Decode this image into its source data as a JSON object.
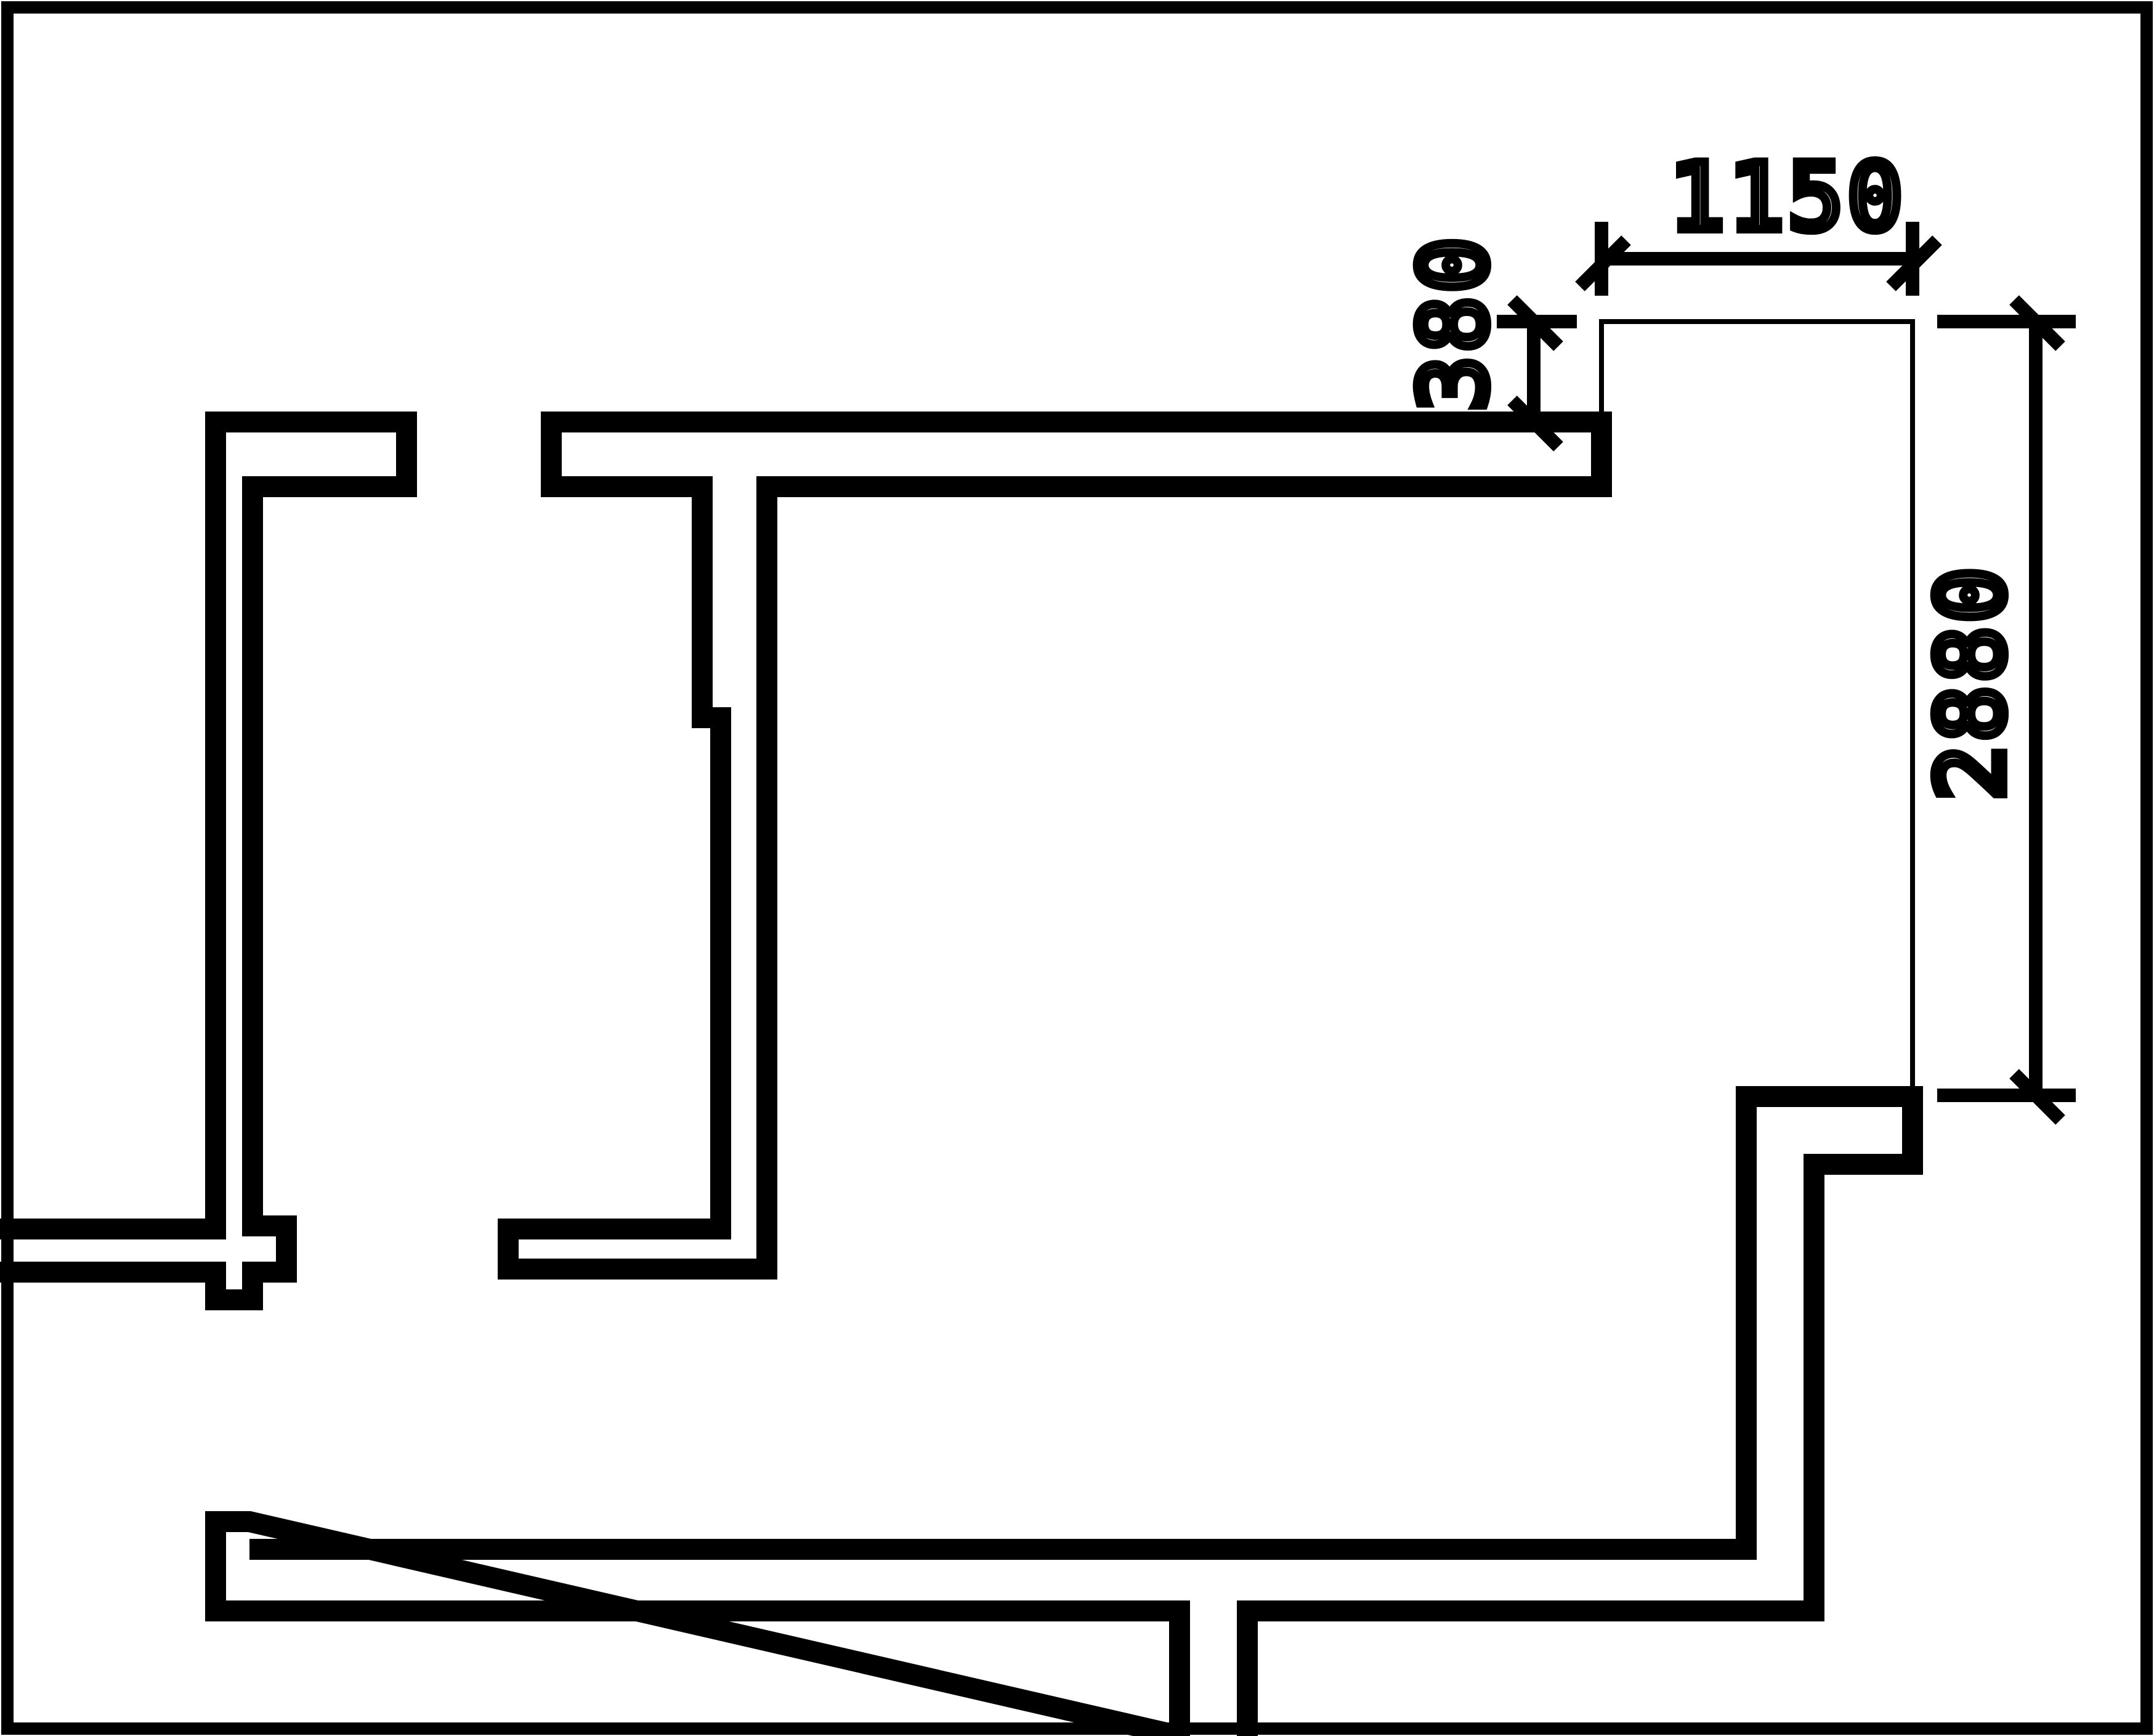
{
  "drawing": {
    "line_color": "#000000",
    "background_color": "#ffffff"
  },
  "dimensions": {
    "width_label": "1150",
    "offset_label": "380",
    "height_label": "2880"
  }
}
